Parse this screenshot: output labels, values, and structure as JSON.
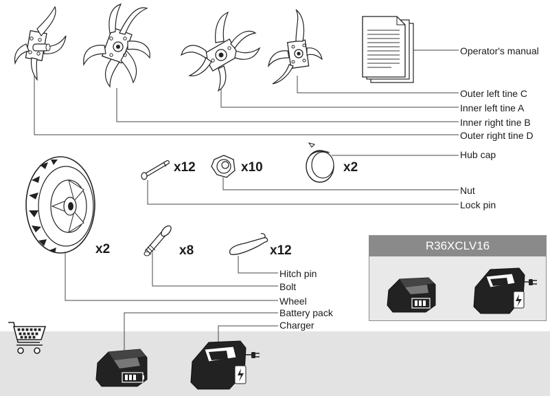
{
  "labels": {
    "operators_manual": "Operator's manual",
    "outer_left_tine_c": "Outer left tine C",
    "inner_left_tine_a": "Inner left tine A",
    "inner_right_tine_b": "Inner right tine B",
    "outer_right_tine_d": "Outer right tine D",
    "hub_cap": "Hub cap",
    "nut": "Nut",
    "lock_pin": "Lock pin",
    "hitch_pin": "Hitch pin",
    "bolt": "Bolt",
    "wheel": "Wheel",
    "battery_pack": "Battery pack",
    "charger": "Charger"
  },
  "quantities": {
    "lock_pin": "x12",
    "nut": "x10",
    "hub_cap": "x2",
    "wheel": "x2",
    "bolt": "x8",
    "hitch_pin": "x12"
  },
  "model_box": {
    "model": "R36XCLV16"
  },
  "icons": [
    "shopping-cart-icon",
    "battery-pack-icon",
    "charger-icon",
    "tine-icon",
    "manual-icon",
    "wheel-icon"
  ],
  "colors": {
    "ink": "#1a1a1a",
    "footer_band": "#e3e3e3",
    "model_header": "#8a8a8a",
    "model_box_bg": "#e9e9e9"
  }
}
